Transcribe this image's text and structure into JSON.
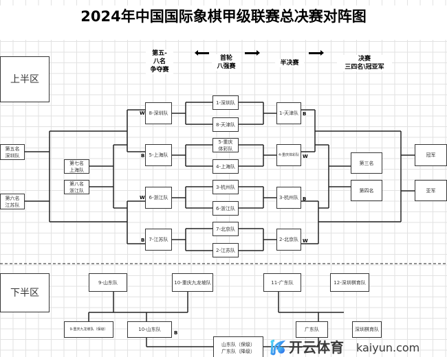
{
  "title": "2024年中国国际象棋甲级联赛总决赛对阵图",
  "upper": {
    "label": "上半区",
    "headers": {
      "fifth_eighth": "第五-\n八名\n争夺赛",
      "round1": "首轮\n八强赛",
      "semi": "半决赛",
      "final": "决赛\n三四名\\冠亚军"
    },
    "places": {
      "fifth": "第五名\n深圳队",
      "sixth": "第六名\n江苏队",
      "seventh": "第七名\n上海队",
      "eighth": "第八名\n浙江队"
    },
    "qf_losers": [
      "8-深圳队",
      "5-上海队",
      "6-浙江队",
      "7-江苏队"
    ],
    "round1": [
      "1-深圳队",
      "8-天津队",
      "5-重庆体彩队",
      "4-上海队",
      "3-杭州队",
      "6-浙江队",
      "7-北京队",
      "2-江苏队"
    ],
    "semi": [
      "1-天津队",
      "4-重庆体彩队",
      "3-杭州队",
      "2-北京队"
    ],
    "third": "第三名",
    "fourth": "第四名",
    "champion": "冠军",
    "runner_up": "亚军",
    "marks": {
      "w": "W",
      "b": "B"
    }
  },
  "lower": {
    "label": "下半区",
    "teams": [
      "9-山东队",
      "10-重庆九龙坡队",
      "11-广东队",
      "12-深圳棋育队"
    ],
    "result_left": "9-重庆九龙坡队（保级）",
    "result_mid": "10-山东队",
    "result_right1": "广东队",
    "result_right2": "深圳棋育队",
    "final": "山东队（保级）\n广东队（降级）",
    "mark": "B"
  },
  "watermark": {
    "brand": "开云体育",
    "url": "kaiyun.com"
  }
}
